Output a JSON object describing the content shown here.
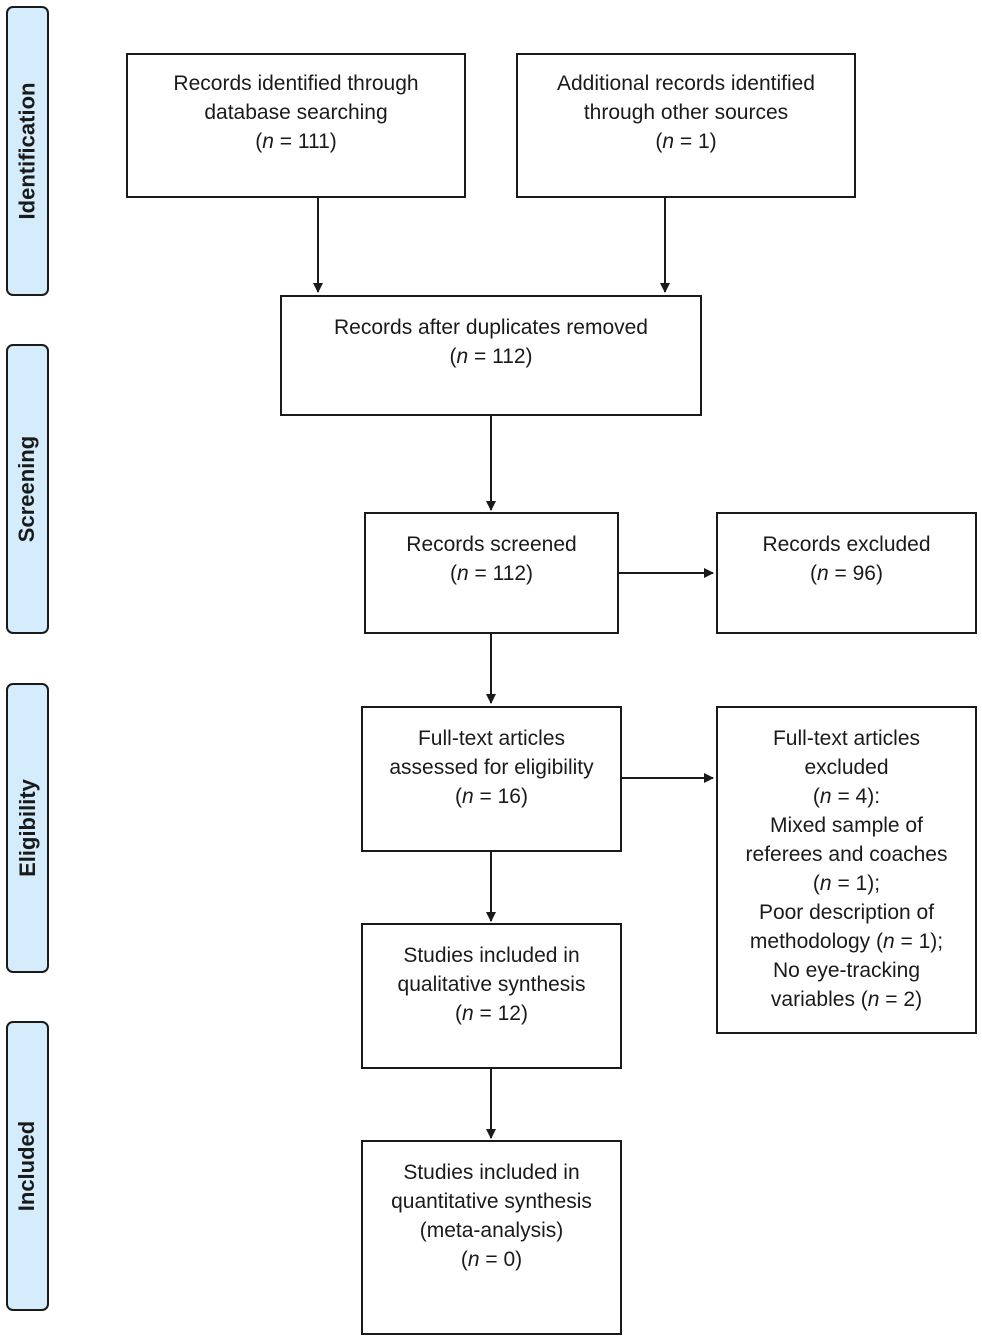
{
  "phases": {
    "identification": "Identification",
    "screening": "Screening",
    "eligibility": "Eligibility",
    "included": "Included"
  },
  "boxes": {
    "db_search": {
      "line1": "Records identified through",
      "line2": "database searching",
      "n_prefix": "(",
      "n_suffix": " = 111)"
    },
    "other_sources": {
      "line1": "Additional records identified",
      "line2": "through other sources",
      "n_prefix": "(",
      "n_suffix": " =  1)"
    },
    "dup_removed": {
      "line1": "Records after duplicates removed",
      "n_prefix": "(",
      "n_suffix": " =   112)"
    },
    "screened": {
      "line1": "Records screened",
      "n_prefix": "(",
      "n_suffix": " =  112)"
    },
    "excluded": {
      "line1": "Records excluded",
      "n_prefix": "(",
      "n_suffix": " =  96)"
    },
    "fulltext_assessed": {
      "line1": "Full-text articles",
      "line2": "assessed for eligibility",
      "n_prefix": "(",
      "n_suffix": " =  16)"
    },
    "fulltext_excluded": {
      "line1": "Full-text articles",
      "line2": "excluded",
      "n_line": " = 4):",
      "line4": "Mixed sample of",
      "line5": "referees and coaches",
      "line6_suffix": " = 1);",
      "line7": "Poor description of",
      "line8_prefix": "methodology (",
      "line8_suffix": " = 1);",
      "line9": "No eye-tracking",
      "line10_prefix": "variables (",
      "line10_suffix": " = 2)"
    },
    "qualitative": {
      "line1": "Studies included in",
      "line2": "qualitative synthesis",
      "n_prefix": "(",
      "n_suffix": " = 12)"
    },
    "quantitative": {
      "line1": "Studies included in",
      "line2": "quantitative synthesis",
      "line3": "(meta-analysis)",
      "n_prefix": "(",
      "n_suffix": " = 0)"
    }
  },
  "n_symbol": "n"
}
